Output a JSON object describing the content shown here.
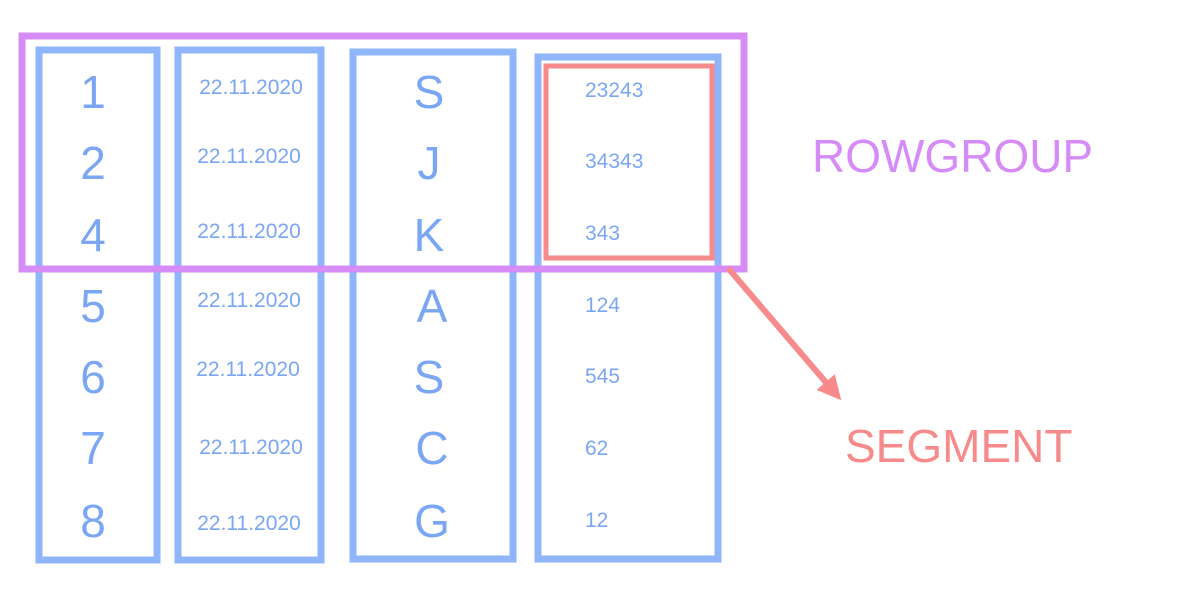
{
  "columns": {
    "ids": [
      "1",
      "2",
      "4",
      "5",
      "6",
      "7",
      "8"
    ],
    "dates": [
      "22.11.2020",
      "22.11.2020",
      "22.11.2020",
      "22.11.2020",
      "22.11.2020",
      "22.11.2020",
      "22.11.2020"
    ],
    "letters": [
      "S",
      "J",
      "K",
      "A",
      "S",
      "C",
      "G"
    ],
    "values": [
      "23243",
      "34343",
      "343",
      "124",
      "545",
      "62",
      "12"
    ]
  },
  "labels": {
    "rowgroup": "ROWGROUP",
    "segment": "SEGMENT"
  },
  "colors": {
    "column": "#8fb6fb",
    "cell_text": "#7aa6f4",
    "rowgroup": "#d68cf7",
    "segment": "#f78a8a"
  }
}
